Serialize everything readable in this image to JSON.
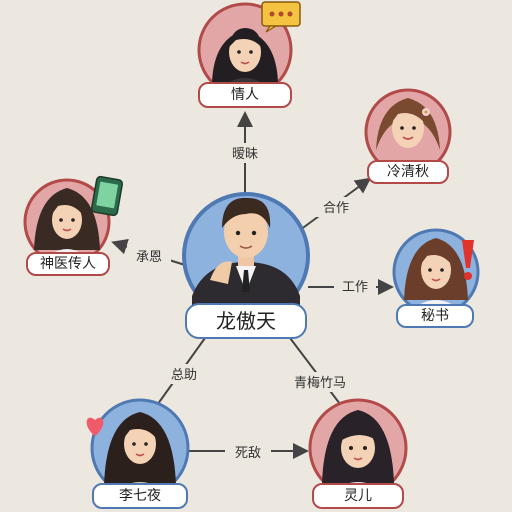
{
  "colors": {
    "pink_ring": "#b24a4a",
    "pink_fill": "#e3a6a6",
    "blue_ring": "#4e79b3",
    "blue_fill": "#8db2de",
    "arrow": "#444444"
  },
  "nodes": {
    "center": {
      "label": "龙傲天",
      "icon": "man-portrait"
    },
    "lover": {
      "label": "情人",
      "icon": "woman-portrait",
      "badge": "speech-bubble-icon"
    },
    "lengqingqiu": {
      "label": "冷清秋",
      "icon": "woman-portrait"
    },
    "shenyi": {
      "label": "神医传人",
      "icon": "woman-portrait",
      "badge": "phone-icon"
    },
    "secretary": {
      "label": "秘书",
      "icon": "woman-portrait",
      "badge": "exclamation-icon"
    },
    "liqiye": {
      "label": "李七夜",
      "icon": "woman-portrait",
      "badge": "heart-icon"
    },
    "linger": {
      "label": "灵儿",
      "icon": "girl-portrait"
    }
  },
  "edges": {
    "ambiguous": "暧昧",
    "cooperate": "合作",
    "grace": "承恩",
    "work": "工作",
    "assist": "总助",
    "childhood": "青梅竹马",
    "enemy": "死敌"
  }
}
